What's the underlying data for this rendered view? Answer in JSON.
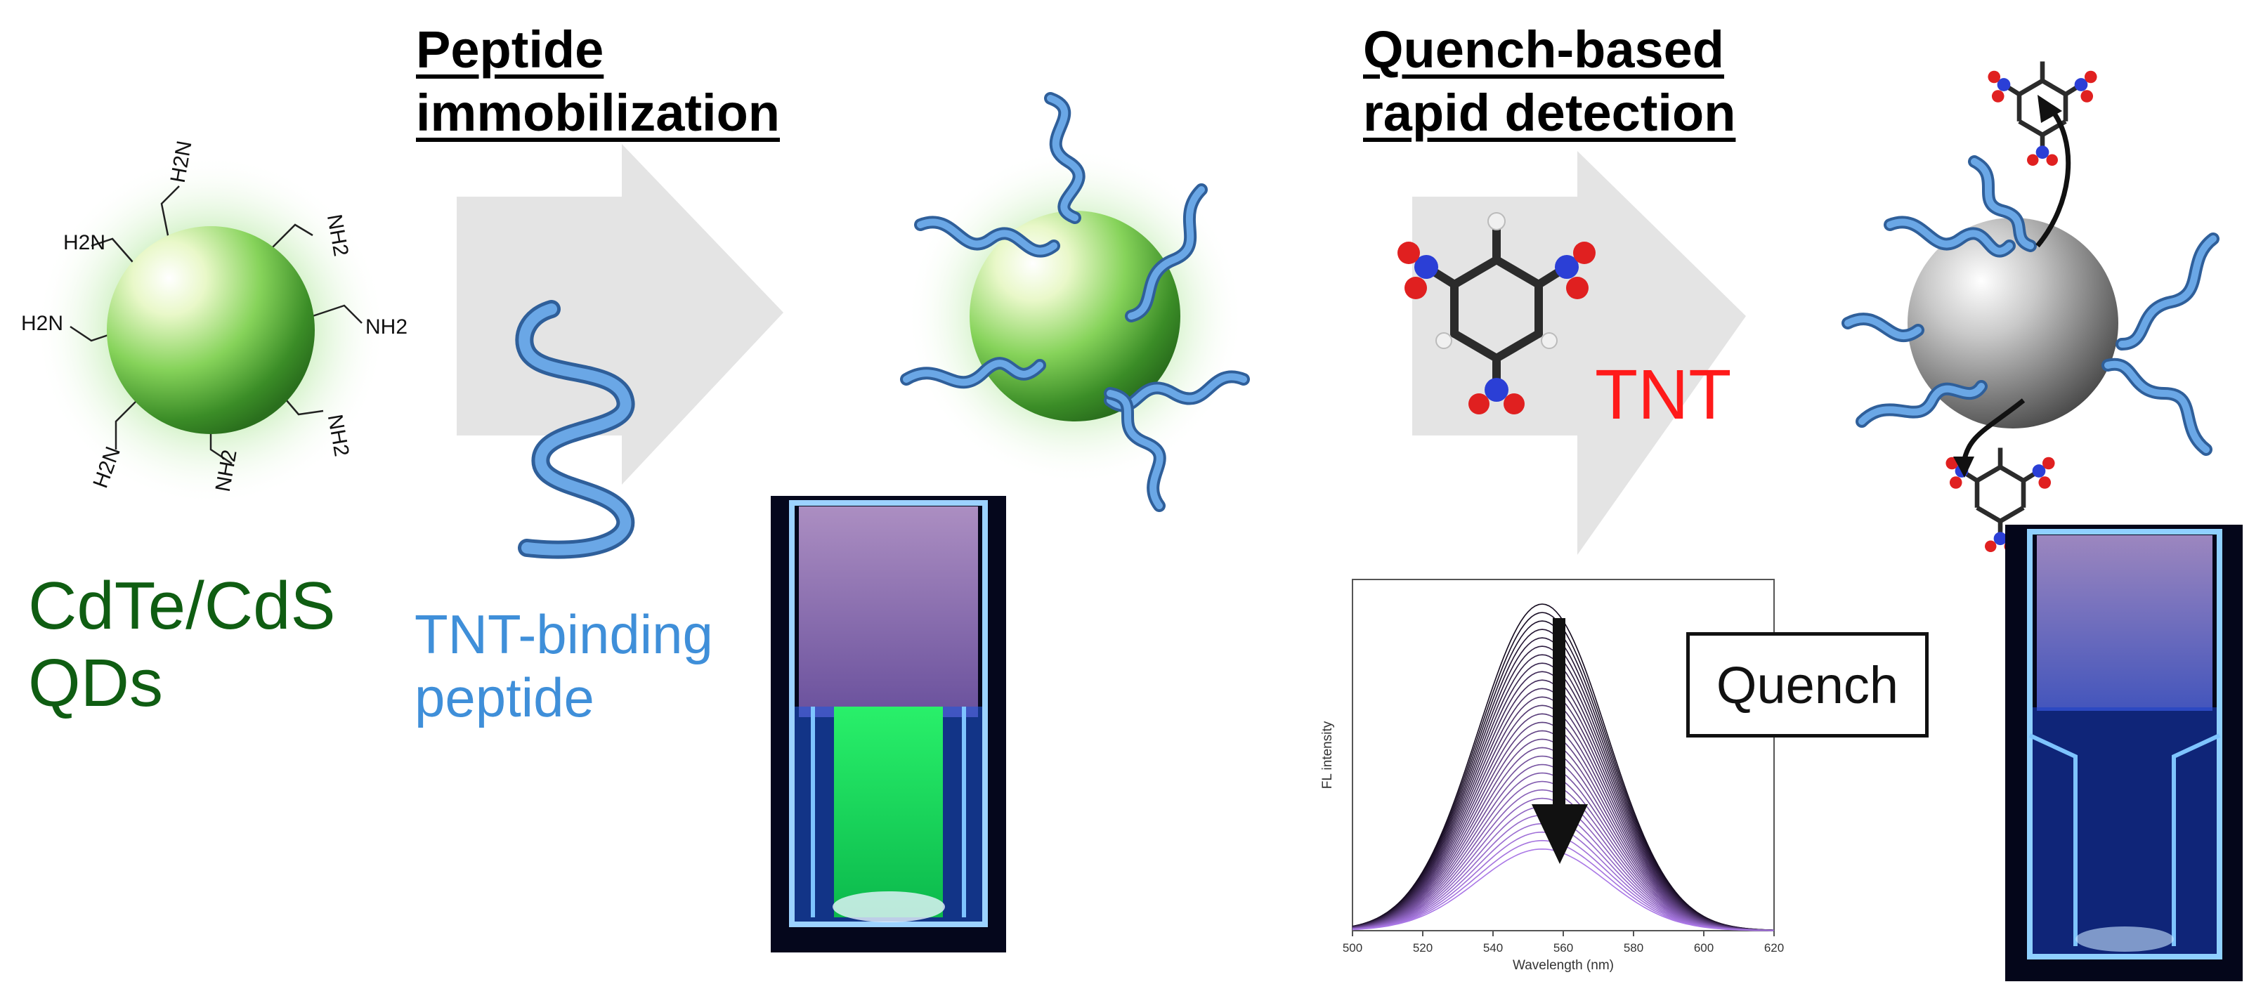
{
  "headings": {
    "step1_line1": "Peptide",
    "step1_line2": "immobilization",
    "step2_line1": "Quench-based",
    "step2_line2": "rapid detection"
  },
  "labels": {
    "qd_line1": "CdTe/CdS",
    "qd_line2": "QDs",
    "peptide_line1": "TNT-binding",
    "peptide_line2": "peptide",
    "tnt": "TNT",
    "quench": "Quench",
    "amine_h2n": "H2N",
    "amine_nh2": "NH2"
  },
  "colors": {
    "qd_green": "#7ed957",
    "qd_label_green": "#0f5d12",
    "peptide_blue": "#5b9bdc",
    "tnt_red": "#ff1a1a",
    "spectrum_purple": "#6a3db8",
    "quenched_qd_gray": "#9a9a9a",
    "cuvette_glow": "#2f86ff"
  },
  "chart_data": {
    "type": "line",
    "title": "",
    "xlabel": "Wavelength (nm)",
    "ylabel": "FL intensity",
    "xlim": [
      500,
      620
    ],
    "xticks": [
      500,
      520,
      540,
      560,
      580,
      600,
      620
    ],
    "peak_wavelength": 554,
    "curve_count": 30,
    "peak_intensity_range": [
      0.25,
      1.0
    ],
    "arrow_direction": "down",
    "grid": false
  }
}
